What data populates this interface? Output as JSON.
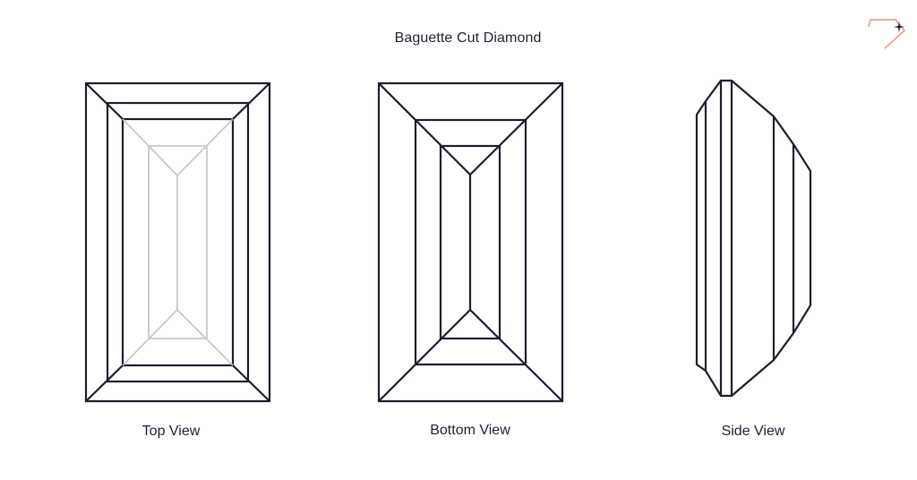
{
  "title": "Baguette Cut Diamond",
  "views": [
    {
      "id": "top",
      "label": "Top View"
    },
    {
      "id": "bottom",
      "label": "Bottom View"
    },
    {
      "id": "side",
      "label": "Side View"
    }
  ],
  "logo": {
    "icon": "diamond-sparkle-icon",
    "colors": {
      "outline": "#d9957f",
      "sparkle": "#1c1d2e"
    }
  },
  "colors": {
    "line_dark": "#1c1d2e",
    "line_light": "#c8c8c8",
    "background": "#ffffff"
  }
}
